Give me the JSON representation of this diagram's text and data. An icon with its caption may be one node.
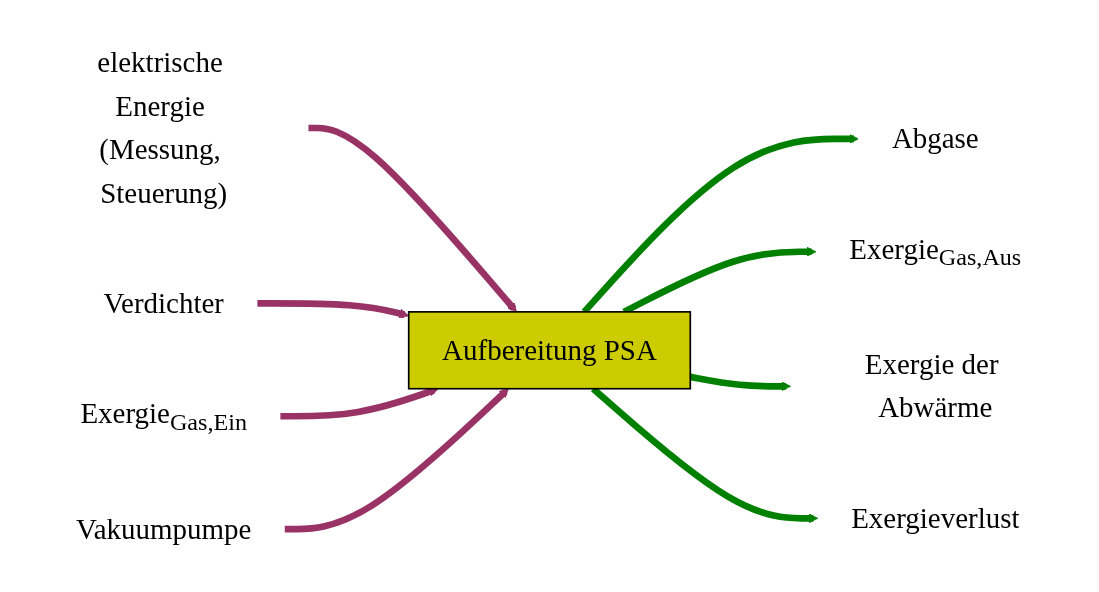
{
  "diagram": {
    "nodes": [
      {
        "text": [
          "elektrische Energie (Messung, Steuerung)"
        ]
      },
      {
        "text": [
          "Verdichter"
        ]
      },
      {
        "text": [
          "Aufbereitung PSA"
        ]
      },
      {
        "text": [
          "Abgase"
        ]
      },
      {
        "text": [
          "Exergie$_{Gas,Ein}$"
        ]
      },
      {
        "text": [
          "Exergie$_{Gas,Aus}$"
        ]
      },
      {
        "text": [
          "Vakuumpumpe"
        ]
      },
      {
        "text": [
          "Exergie der Abwärme"
        ]
      },
      {
        "text": [
          "Exergieverlust"
        ]
      }
    ],
    "edges": [
      {
        "from": 0,
        "to": 2,
        "arrow": "to",
        "color": "#993366"
      },
      {
        "from": 1,
        "to": 2,
        "arrow": "to",
        "color": "#993366"
      },
      {
        "from": 4,
        "to": 2,
        "arrow": "to",
        "color": "#993366"
      },
      {
        "from": 6,
        "to": 2,
        "arrow": "to",
        "color": "#993366"
      },
      {
        "from": 2,
        "to": 3,
        "arrow": "to",
        "color": "#008000"
      },
      {
        "from": 2,
        "to": 5,
        "arrow": "to",
        "color": "#008000"
      },
      {
        "from": 2,
        "to": 7,
        "arrow": "to",
        "color": "#008000"
      },
      {
        "from": 2,
        "to": 8,
        "arrow": "to",
        "color": "#008000"
      }
    ]
  }
}
